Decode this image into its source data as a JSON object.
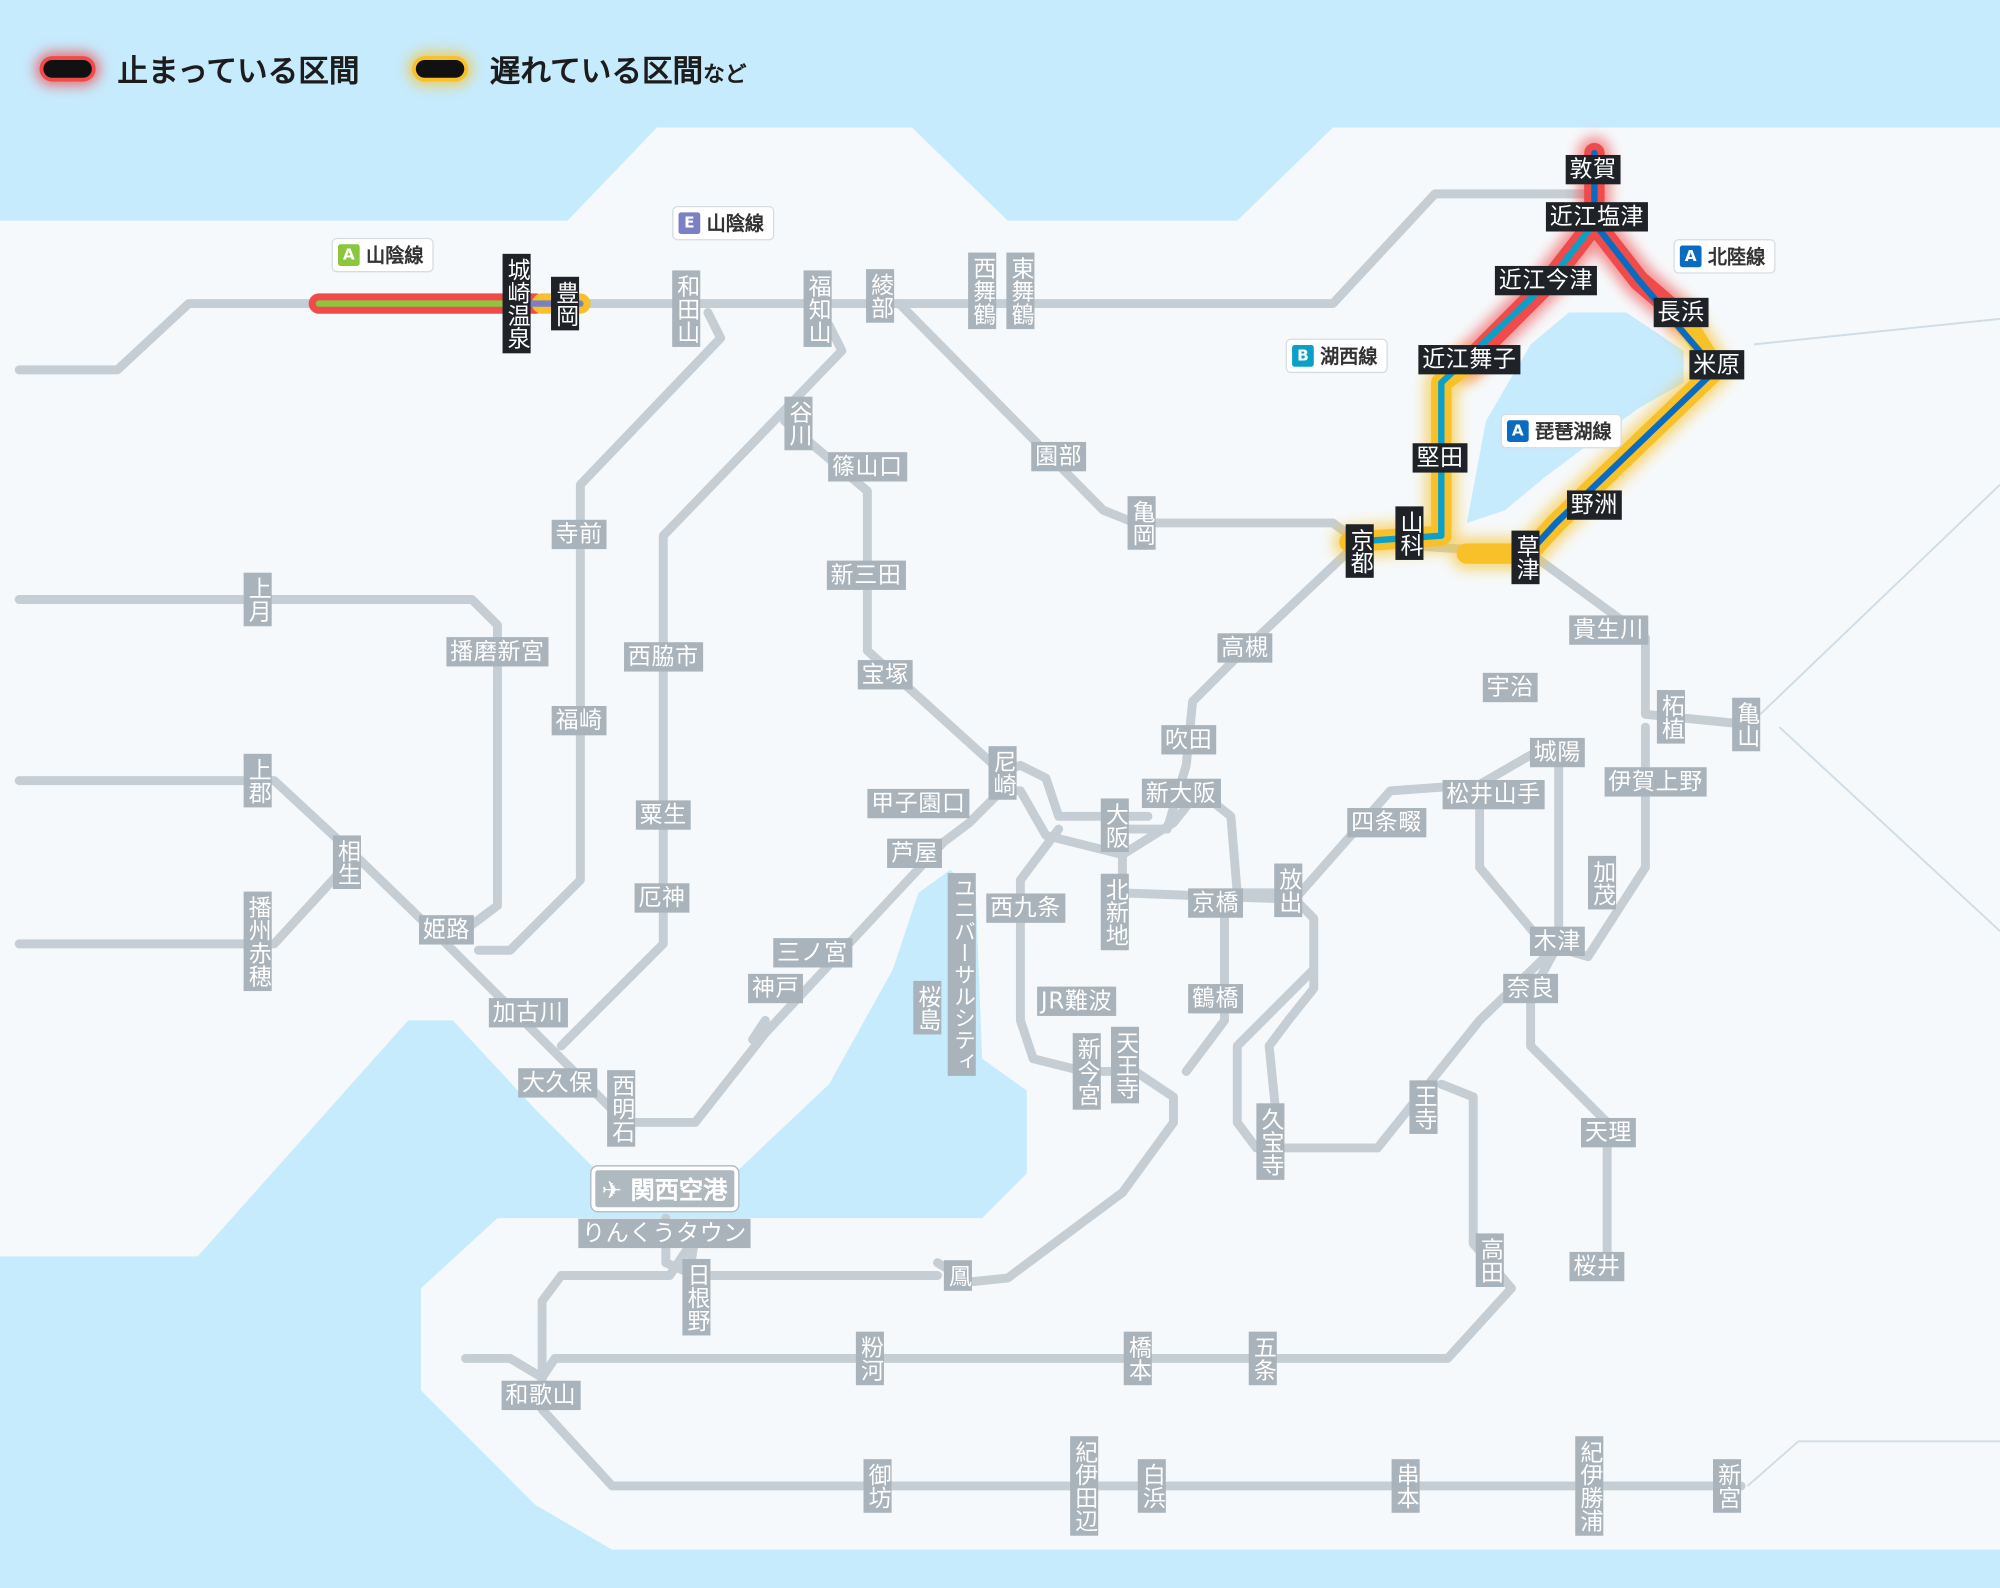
{
  "legend": {
    "stopped_label": "止まっている区間",
    "delayed_label": "遅れている区間",
    "delayed_suffix": "など"
  },
  "colors": {
    "water": "#c6ebfd",
    "land": "#f6f9fb",
    "track": "#c5ced4",
    "station_bg": "#a8b3bb",
    "station_dark_bg": "#1f2328",
    "stopped": "#f04b4b",
    "delayed": "#f8c12a",
    "sanin_line_a": "#8cc63f",
    "sanin_line_e": "#7b7fc4",
    "kosei_line": "#0aa0c8",
    "hokuriku_line": "#0a6cc0",
    "biwako_line": "#0a6cc0"
  },
  "line_badges": [
    {
      "code": "A",
      "name": "山陰線",
      "color": "#8cc63f"
    },
    {
      "code": "E",
      "name": "山陰線",
      "color": "#7b7fc4"
    },
    {
      "code": "B",
      "name": "湖西線",
      "color": "#0aa0c8"
    },
    {
      "code": "A",
      "name": "北陸線",
      "color": "#0a6cc0"
    },
    {
      "code": "A",
      "name": "琵琶湖線",
      "color": "#0a6cc0"
    }
  ],
  "airport": {
    "name": "関西空港",
    "icon": "airplane-icon"
  },
  "stations": [
    {
      "id": "kinosaki",
      "name": "城崎温泉",
      "status": "stopped"
    },
    {
      "id": "toyooka",
      "name": "豊岡",
      "status": "stopped"
    },
    {
      "id": "wadayama",
      "name": "和田山"
    },
    {
      "id": "fukuchiyama",
      "name": "福知山"
    },
    {
      "id": "ayabe",
      "name": "綾部"
    },
    {
      "id": "nishimaizuru",
      "name": "西舞鶴"
    },
    {
      "id": "higashimaizuru",
      "name": "東舞鶴"
    },
    {
      "id": "tsuruga",
      "name": "敦賀",
      "status": "stopped"
    },
    {
      "id": "omishiotsu",
      "name": "近江塩津",
      "status": "stopped"
    },
    {
      "id": "omiimazu",
      "name": "近江今津",
      "status": "stopped"
    },
    {
      "id": "omimaiko",
      "name": "近江舞子",
      "status": "delayed"
    },
    {
      "id": "katata",
      "name": "堅田",
      "status": "delayed"
    },
    {
      "id": "yamashina",
      "name": "山科",
      "status": "delayed"
    },
    {
      "id": "kyoto",
      "name": "京都",
      "status": "delayed"
    },
    {
      "id": "nagahama",
      "name": "長浜",
      "status": "stopped"
    },
    {
      "id": "maibara",
      "name": "米原",
      "status": "delayed"
    },
    {
      "id": "yasu",
      "name": "野洲",
      "status": "delayed"
    },
    {
      "id": "kusatsu",
      "name": "草津",
      "status": "delayed"
    },
    {
      "id": "taniawa",
      "name": "谷川"
    },
    {
      "id": "sasayamaguchi",
      "name": "篠山口"
    },
    {
      "id": "sonobe",
      "name": "園部"
    },
    {
      "id": "kameoka",
      "name": "亀岡"
    },
    {
      "id": "shinsanda",
      "name": "新三田"
    },
    {
      "id": "takarazuka",
      "name": "宝塚"
    },
    {
      "id": "teramae",
      "name": "寺前"
    },
    {
      "id": "kozuki",
      "name": "上月"
    },
    {
      "id": "harimashingu",
      "name": "播磨新宮"
    },
    {
      "id": "nishiwakishi",
      "name": "西脇市"
    },
    {
      "id": "fukusaki",
      "name": "福崎"
    },
    {
      "id": "kamigori",
      "name": "上郡"
    },
    {
      "id": "aioi",
      "name": "相生"
    },
    {
      "id": "banshuako",
      "name": "播州赤穂"
    },
    {
      "id": "himeji",
      "name": "姫路"
    },
    {
      "id": "ao",
      "name": "粟生"
    },
    {
      "id": "yakujin",
      "name": "厄神"
    },
    {
      "id": "kakogawa",
      "name": "加古川"
    },
    {
      "id": "okubo",
      "name": "大久保"
    },
    {
      "id": "nishiakashi",
      "name": "西明石"
    },
    {
      "id": "sannomiya",
      "name": "三ノ宮"
    },
    {
      "id": "kobe",
      "name": "神戸"
    },
    {
      "id": "ashiya",
      "name": "芦屋"
    },
    {
      "id": "koshienguchi",
      "name": "甲子園口"
    },
    {
      "id": "amagasaki",
      "name": "尼崎"
    },
    {
      "id": "osaka",
      "name": "大阪"
    },
    {
      "id": "shinosaka",
      "name": "新大阪"
    },
    {
      "id": "suita",
      "name": "吹田"
    },
    {
      "id": "takatsuki",
      "name": "高槻"
    },
    {
      "id": "kitashinchi",
      "name": "北新地"
    },
    {
      "id": "nishikujo",
      "name": "西九条"
    },
    {
      "id": "universalcity",
      "name": "ユニバーサルシティ"
    },
    {
      "id": "sakurajima",
      "name": "桜島"
    },
    {
      "id": "kyobashi",
      "name": "京橋"
    },
    {
      "id": "hanaten",
      "name": "放出"
    },
    {
      "id": "tsuruhashi",
      "name": "鶴橋"
    },
    {
      "id": "jrnamba",
      "name": "JR難波"
    },
    {
      "id": "shinimamiya",
      "name": "新今宮"
    },
    {
      "id": "tennoji",
      "name": "天王寺"
    },
    {
      "id": "kyuhoji",
      "name": "久宝寺"
    },
    {
      "id": "ojji",
      "name": "王寺"
    },
    {
      "id": "shijonawate",
      "name": "四条畷"
    },
    {
      "id": "matsuiyamate",
      "name": "松井山手"
    },
    {
      "id": "uji",
      "name": "宇治"
    },
    {
      "id": "joyo",
      "name": "城陽"
    },
    {
      "id": "kizu",
      "name": "木津"
    },
    {
      "id": "nara",
      "name": "奈良"
    },
    {
      "id": "tenri",
      "name": "天理"
    },
    {
      "id": "sakurai",
      "name": "桜井"
    },
    {
      "id": "takada",
      "name": "高田"
    },
    {
      "id": "kibukawa",
      "name": "貴生川"
    },
    {
      "id": "tsuge",
      "name": "柘植"
    },
    {
      "id": "kameyama",
      "name": "亀山"
    },
    {
      "id": "igaueno",
      "name": "伊賀上野"
    },
    {
      "id": "kamo",
      "name": "加茂"
    },
    {
      "id": "rinkutown",
      "name": "りんくうタウン"
    },
    {
      "id": "hineno",
      "name": "日根野"
    },
    {
      "id": "otori",
      "name": "鳳"
    },
    {
      "id": "wakayama",
      "name": "和歌山"
    },
    {
      "id": "kokawa",
      "name": "粉河"
    },
    {
      "id": "hashimoto",
      "name": "橋本"
    },
    {
      "id": "gojo",
      "name": "五条"
    },
    {
      "id": "gobo",
      "name": "御坊"
    },
    {
      "id": "kiitanabe",
      "name": "紀伊田辺"
    },
    {
      "id": "shirahama",
      "name": "白浜"
    },
    {
      "id": "kushimoto",
      "name": "串本"
    },
    {
      "id": "kiikatsuura",
      "name": "紀伊勝浦"
    },
    {
      "id": "shingu",
      "name": "新宮"
    }
  ]
}
